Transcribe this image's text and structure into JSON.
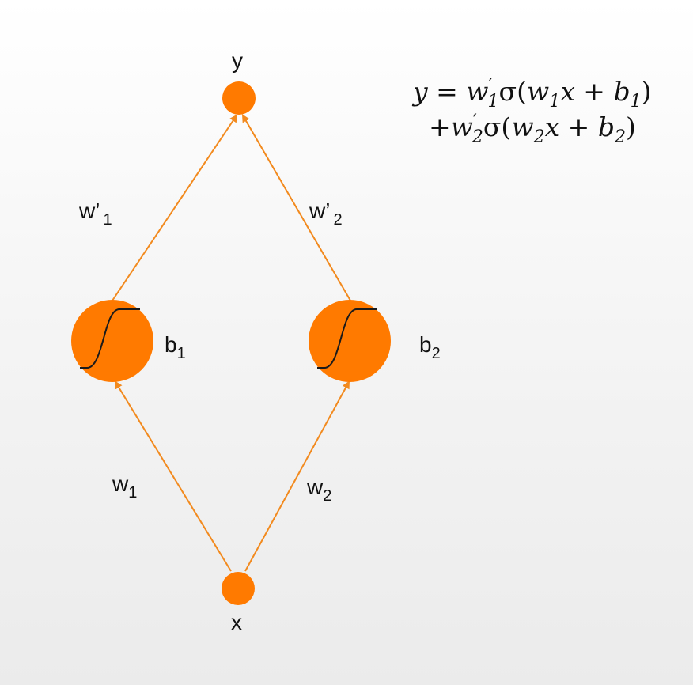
{
  "colors": {
    "node": "#ff7a00",
    "edge": "#f28a1e",
    "curve": "#1a1a1a"
  },
  "nodes": {
    "output": {
      "label": "y"
    },
    "input": {
      "label": "x"
    },
    "hidden1": {
      "bias_base": "b",
      "bias_sub": "1",
      "icon": "sigmoid-icon"
    },
    "hidden2": {
      "bias_base": "b",
      "bias_sub": "2",
      "icon": "sigmoid-icon"
    }
  },
  "edges": {
    "w1": {
      "base": "w",
      "sub": "1"
    },
    "w2": {
      "base": "w",
      "sub": "2"
    },
    "w1p": {
      "base": "w’",
      "sub": "1"
    },
    "w2p": {
      "base": "w’",
      "sub": "2"
    }
  },
  "equation": {
    "line1": {
      "lhs": "y",
      "eq": " = ",
      "t1": "w",
      "t1_prime": "′",
      "t1_sub": "1",
      "t2": "σ(",
      "t3": "w",
      "t3_sub": "1",
      "t4": "x + ",
      "t5": "b",
      "t5_sub": "1",
      "t6": ")"
    },
    "line2": {
      "plus": "+",
      "t1": "w",
      "t1_prime": "′",
      "t1_sub": "2",
      "t2": "σ(",
      "t3": "w",
      "t3_sub": "2",
      "t4": "x + ",
      "t5": "b",
      "t5_sub": "2",
      "t6": ")"
    }
  }
}
